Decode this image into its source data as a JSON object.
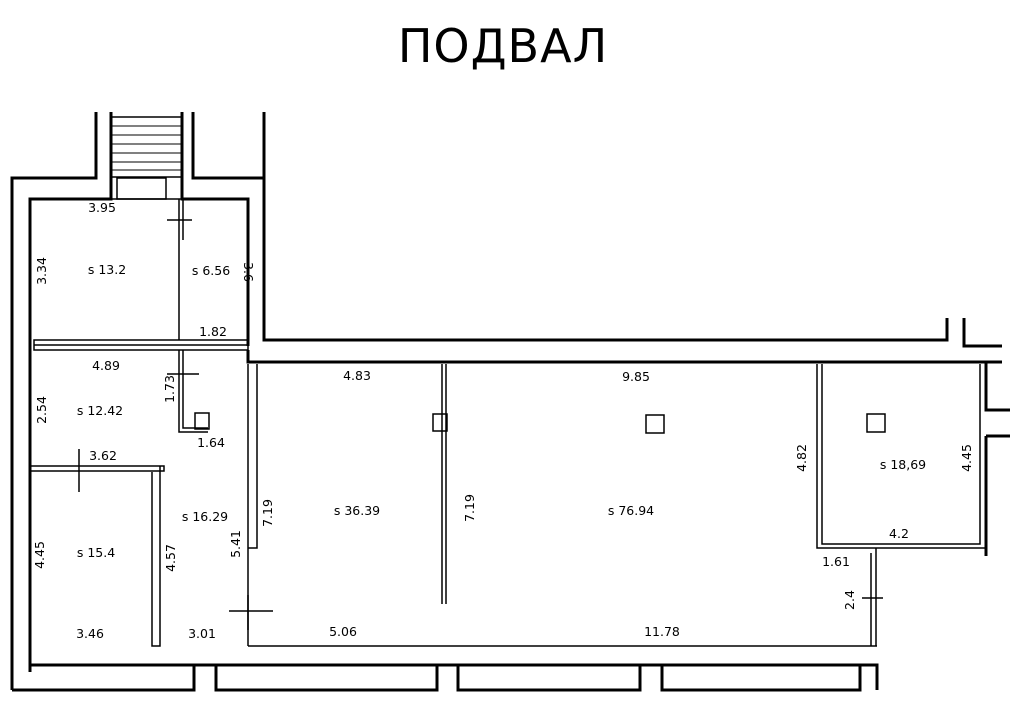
{
  "title": "ПОДВАЛ",
  "rooms": [
    {
      "id": "r1",
      "area": "s 13.2",
      "width": "3.95",
      "height": "3.34"
    },
    {
      "id": "r2",
      "area": "s 6.56",
      "height": "3.6",
      "width": "1.82"
    },
    {
      "id": "r3",
      "area": "s 12.42",
      "width": "4.89",
      "height": "2.54",
      "inner_h": "1.73",
      "inner_w": "1.64"
    },
    {
      "id": "r4",
      "area": "s 15.4",
      "width_top": "3.62",
      "height": "4.45",
      "width_bottom": "3.46"
    },
    {
      "id": "r5",
      "area": "s 16.29",
      "height_left": "4.57",
      "height_right": "5.41",
      "width_bottom": "3.01"
    },
    {
      "id": "r6",
      "area": "s 36.39",
      "width_top": "4.83",
      "height_left": "7.19",
      "width_bottom": "5.06"
    },
    {
      "id": "r7",
      "area": "s 76.94",
      "width_top": "9.85",
      "height_left": "7.19",
      "width_bottom": "11.78"
    },
    {
      "id": "r8",
      "area": "s 18,69",
      "height_left": "4.82",
      "height_right": "4.45",
      "width_bottom": "4.2",
      "step_w": "1.61",
      "step_h": "2.4"
    }
  ]
}
